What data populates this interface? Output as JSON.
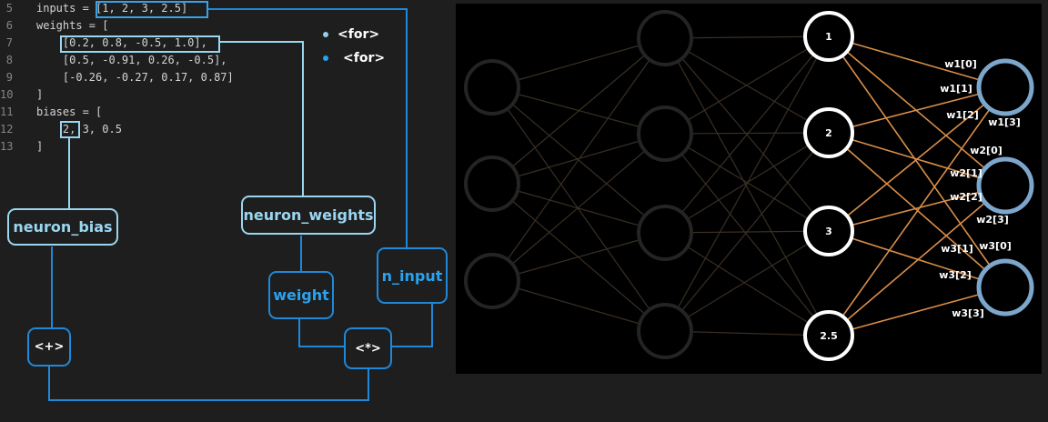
{
  "code": {
    "lines": [
      {
        "no": "5",
        "text": "inputs = [1, 2, 3, 2.5]"
      },
      {
        "no": "6",
        "text": "weights = ["
      },
      {
        "no": "7",
        "text": "    [0.2, 0.8, -0.5, 1.0],"
      },
      {
        "no": "8",
        "text": "    [0.5, -0.91, 0.26, -0.5],"
      },
      {
        "no": "9",
        "text": "    [-0.26, -0.27, 0.17, 0.87]"
      },
      {
        "no": "10",
        "text": "]"
      },
      {
        "no": "11",
        "text": "biases = ["
      },
      {
        "no": "12",
        "text": "    2, 3, 0.5"
      },
      {
        "no": "13",
        "text": "]"
      }
    ]
  },
  "loops": [
    "<for>",
    "<for>"
  ],
  "flow": {
    "neuron_bias": "neuron_bias",
    "neuron_weights": "neuron_weights",
    "weight": "weight",
    "n_input": "n_input",
    "add_op": "<+>",
    "mul_op": "<*>"
  },
  "network": {
    "inputs": [
      "1",
      "2",
      "3",
      "2.5"
    ],
    "weight_labels": [
      "w1[0]",
      "w1[1]",
      "w1[2]",
      "w1[3]",
      "w2[0]",
      "w2[1]",
      "w2[2]",
      "w2[3]",
      "w3[1]",
      "w3[0]",
      "w3[2]",
      "w3[3]"
    ]
  },
  "colors": {
    "accent": "#1f88d8",
    "accent_light": "#9ad6f0",
    "edge": "#d98e49",
    "output_ring": "#7da6cc"
  }
}
